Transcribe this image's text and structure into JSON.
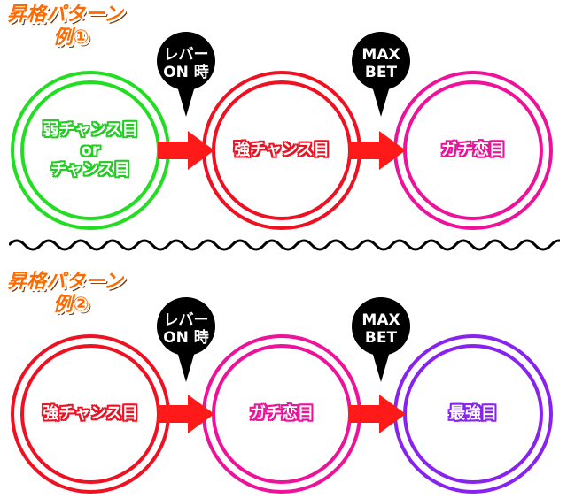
{
  "colors": {
    "green": "#22dd22",
    "red": "#ee1122",
    "magenta": "#ee1199",
    "purple": "#8822ee",
    "arrow": "#ff1a1a",
    "heading": "#ff6a00",
    "bubble": "#000000"
  },
  "pattern1": {
    "title": "昇格パターン",
    "example": "例①",
    "stage1_line1": "弱チャンス目",
    "stage1_line2": "or",
    "stage1_line3": "チャンス目",
    "stage2": "強チャンス目",
    "stage3": "ガチ恋目",
    "trigger1_line1": "レバー",
    "trigger1_line2": "ON 時",
    "trigger2_line1": "MAX",
    "trigger2_line2": "BET"
  },
  "pattern2": {
    "title": "昇格パターン",
    "example": "例②",
    "stage1": "強チャンス目",
    "stage2": "ガチ恋目",
    "stage3": "最強目",
    "trigger1_line1": "レバー",
    "trigger1_line2": "ON 時",
    "trigger2_line1": "MAX",
    "trigger2_line2": "BET"
  }
}
